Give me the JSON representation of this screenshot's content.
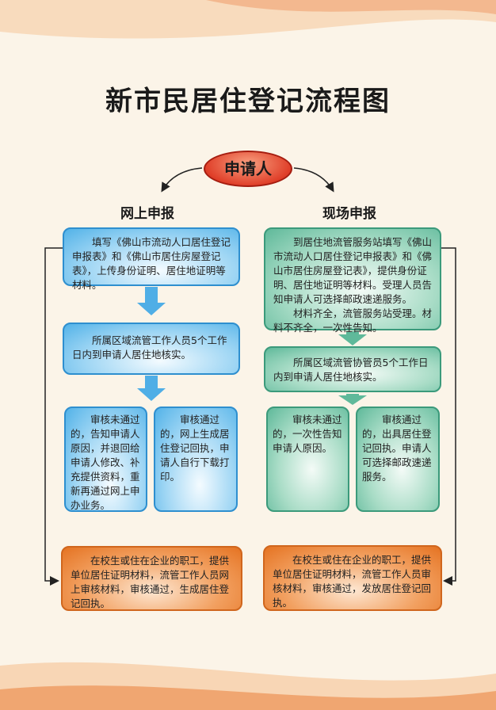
{
  "title": "新市民居住登记流程图",
  "applicant": "申请人",
  "online": {
    "heading": "网上申报",
    "step1": "填写《佛山市流动人口居住登记申报表》和《佛山市居住房屋登记表》，上传身份证明、居住地证明等材料。",
    "step2": "所属区域流管工作人员5个工作日内到申请人居住地核实。",
    "fail": "审核未通过的，告知申请人原因，并退回给申请人修改、补充提供资料，重新再通过网上申办业务。",
    "pass": "审核通过的，网上生成居住登记回执，申请人自行下载打印。",
    "enterprise": "在校生或住在企业的职工，提供单位居住证明材料，流管工作人员网上审核材料，审核通过，生成居住登记回执。"
  },
  "onsite": {
    "heading": "现场申报",
    "step1a": "到居住地流管服务站填写《佛山市流动人口居住登记申报表》和《佛山市居住房屋登记表》，提供身份证明、居住地证明等材料。受理人员告知申请人可选择邮政速递服务。",
    "step1b": "材料齐全，流管服务站受理。材料不齐全，一次性告知。",
    "step2": "所属区域流管协管员5个工作日内到申请人居住地核实。",
    "fail": "审核未通过的，一次性告知申请人原因。",
    "pass": "审核通过的，出具居住登记回执。申请人可选择邮政速递服务。",
    "enterprise": "在校生或住在企业的职工，提供单位居住证明材料，流管工作人员审核材料，审核通过，发放居住登记回执。"
  },
  "colors": {
    "online": "#52b2e8",
    "onsite": "#5fb99a",
    "enterprise": "#e57322",
    "applicant": "#e0402a"
  }
}
